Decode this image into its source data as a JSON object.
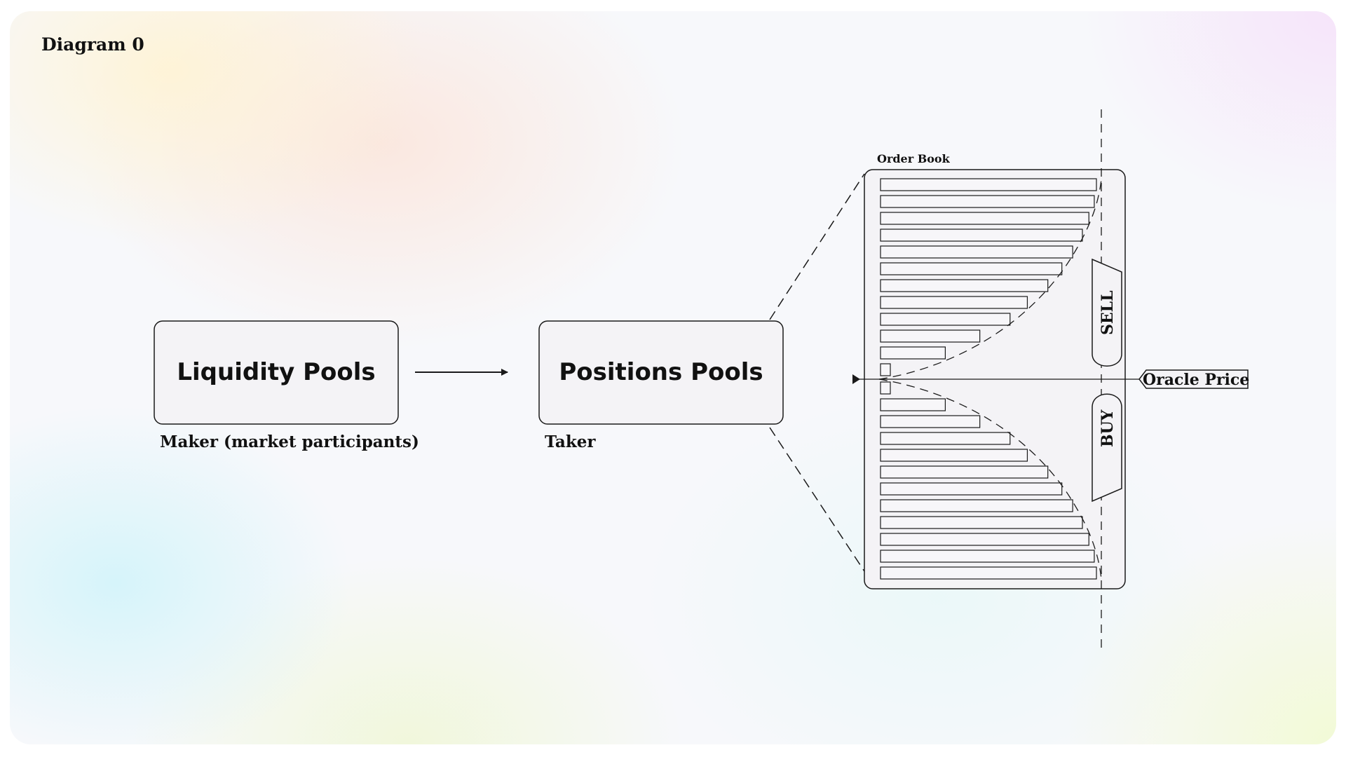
{
  "title": "Diagram 0",
  "nodes": {
    "liquidity": {
      "label": "Liquidity Pools",
      "caption": "Maker (market participants)"
    },
    "positions": {
      "label": "Positions Pools",
      "caption": "Taker"
    }
  },
  "order_book": {
    "title": "Order Book",
    "sell_label": "SELL",
    "buy_label": "BUY",
    "oracle_label": "Oracle Price",
    "sell_levels": [
      1.0,
      0.99,
      0.965,
      0.935,
      0.89,
      0.84,
      0.775,
      0.68,
      0.6,
      0.46,
      0.3,
      0.035
    ],
    "buy_levels": [
      0.035,
      0.3,
      0.46,
      0.6,
      0.68,
      0.775,
      0.84,
      0.89,
      0.935,
      0.965,
      0.99,
      1.0
    ]
  },
  "colors": {
    "stroke": "#1a1a1a",
    "box_fill": "#f4f3f6",
    "text": "#111111"
  }
}
